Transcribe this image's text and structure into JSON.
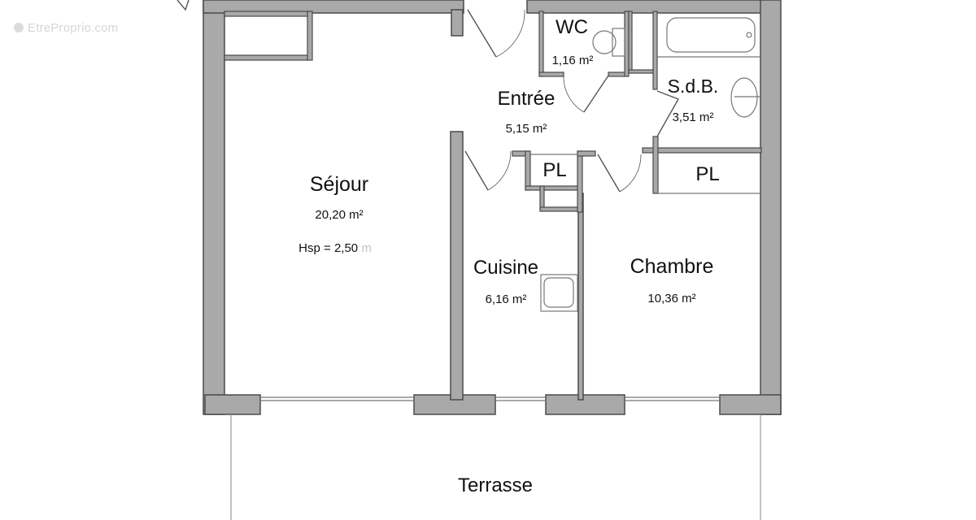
{
  "watermark": {
    "text": "EtreProprio.com",
    "icon": "copyright-logo-icon"
  },
  "colors": {
    "wall_fill": "#a9a9a9",
    "wall_stroke": "#4a4a4a",
    "fixture_stroke": "#777777",
    "text": "#111111",
    "background": "#ffffff"
  },
  "rooms": {
    "sejour": {
      "name": "Séjour",
      "area": "20,20 m²",
      "height_label": "Hsp = 2,50",
      "height_unit": "m"
    },
    "entree": {
      "name": "Entrée",
      "area": "5,15 m²"
    },
    "wc": {
      "name": "WC",
      "area": "1,16 m²"
    },
    "sdb": {
      "name": "S.d.B.",
      "area": "3,51 m²"
    },
    "cuisine": {
      "name": "Cuisine",
      "area": "6,16 m²"
    },
    "chambre": {
      "name": "Chambre",
      "area": "10,36 m²"
    },
    "placard_1": {
      "name": "PL"
    },
    "placard_2": {
      "name": "PL"
    },
    "terrasse": {
      "name": "Terrasse"
    }
  }
}
